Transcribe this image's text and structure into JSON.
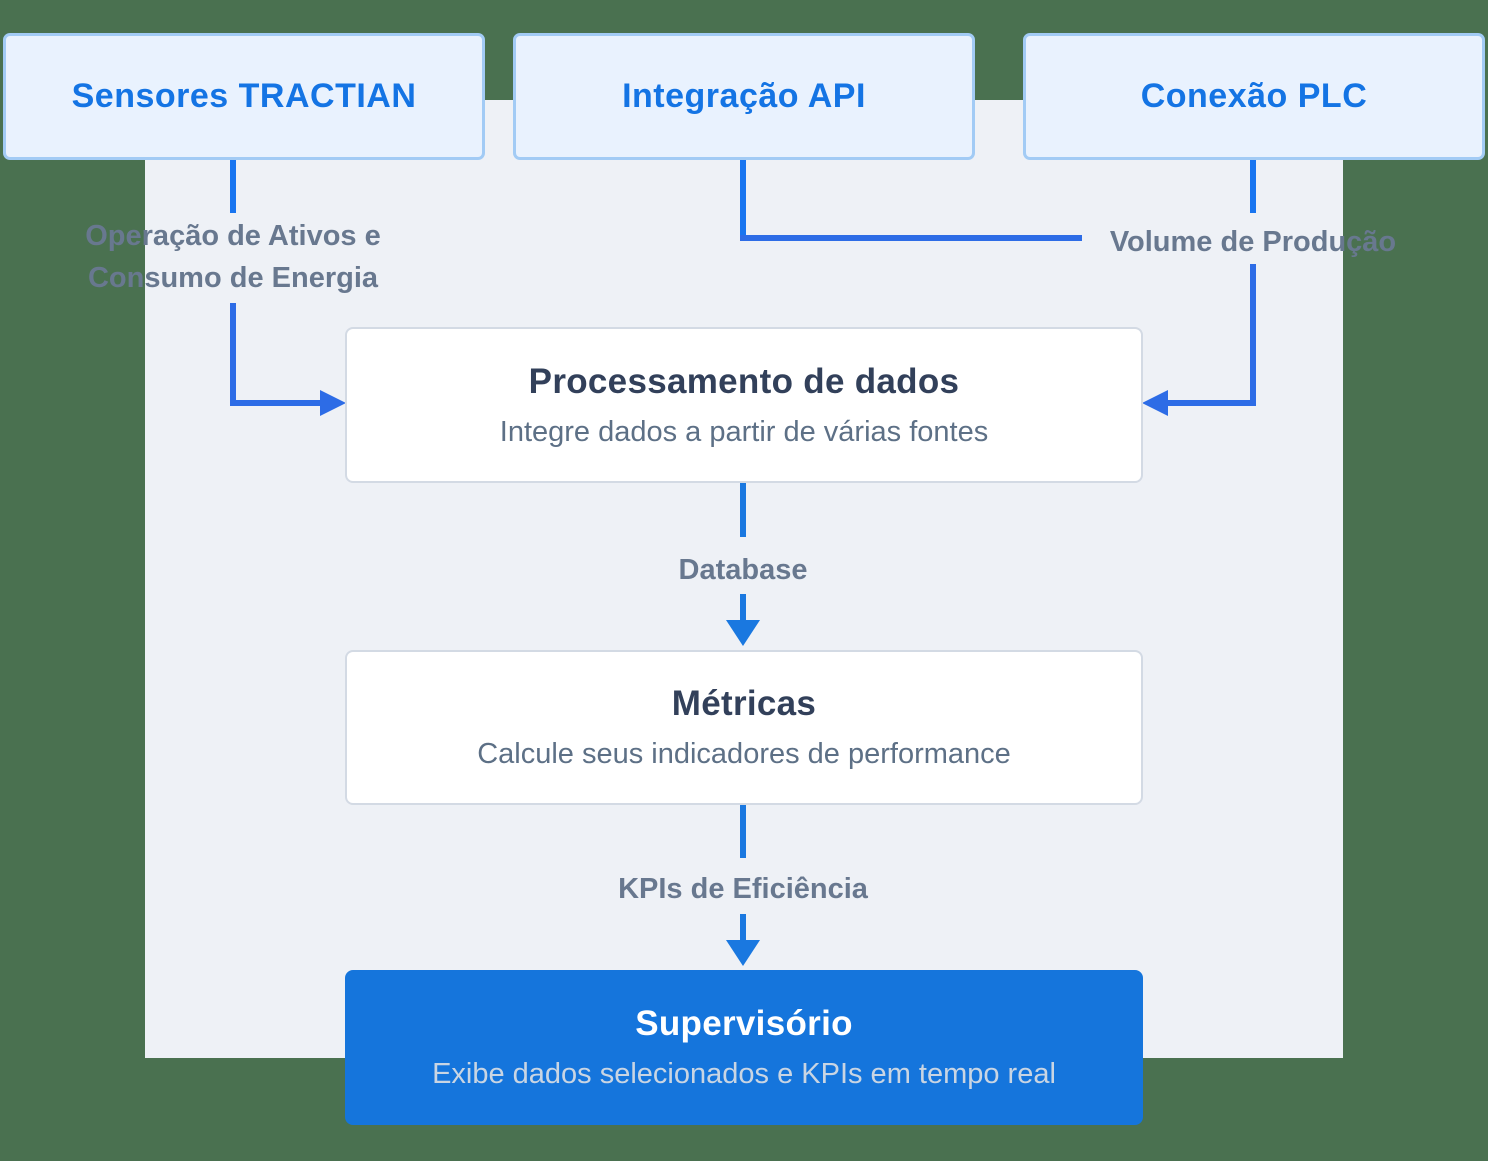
{
  "colors": {
    "outer_bg": "#4a7150",
    "panel_bg": "#eef1f6",
    "source_box_bg": "#e9f2fe",
    "source_box_border": "#a2cbf5",
    "source_box_text": "#1474e4",
    "card_bg": "#ffffff",
    "card_border": "#d3dae4",
    "card_title": "#32405a",
    "card_subtitle": "#5d7086",
    "edge_label": "#68788f",
    "connector": "#2d6ce6",
    "connector_stub": "#1875f0",
    "connector_center": "#1a78e0",
    "final_box_bg": "#1575dc",
    "final_title": "#ffffff",
    "final_subtitle": "#c9d5e3"
  },
  "sources": [
    {
      "id": "sensores",
      "label": "Sensores TRACTIAN"
    },
    {
      "id": "api",
      "label": "Integração API"
    },
    {
      "id": "plc",
      "label": "Conexão PLC"
    }
  ],
  "edges": {
    "sensores_to_processing": {
      "label": "Operação de Ativos e Consumo de Energia"
    },
    "plc_to_processing": {
      "label": "Volume de Produção"
    },
    "processing_to_metrics": {
      "label": "Database"
    },
    "metrics_to_supervisory": {
      "label": "KPIs de Eficiência"
    }
  },
  "nodes": {
    "processing": {
      "title": "Processamento de dados",
      "subtitle": "Integre dados a partir de várias fontes"
    },
    "metrics": {
      "title": "Métricas",
      "subtitle": "Calcule seus indicadores de performance"
    },
    "supervisory": {
      "title": "Supervisório",
      "subtitle": "Exibe dados selecionados e KPIs em tempo real"
    }
  }
}
